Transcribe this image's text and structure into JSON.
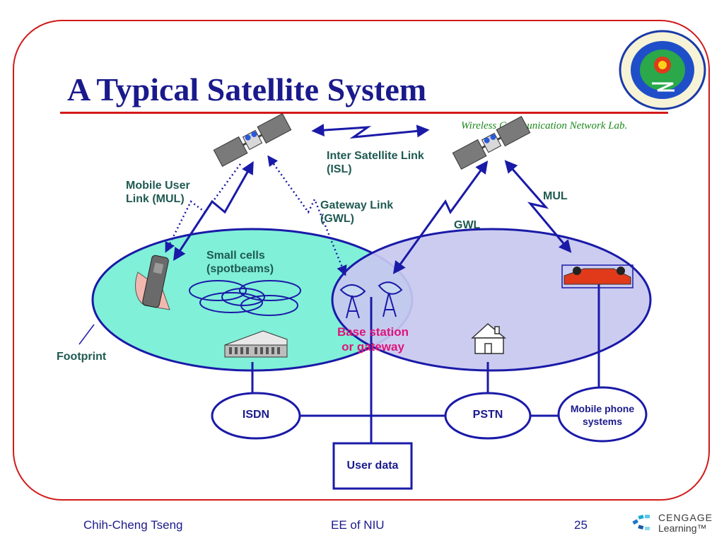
{
  "title": "A Typical Satellite System",
  "lab_name": "Wireless Communication Network Lab.",
  "labels": {
    "isl": "Inter Satellite Link",
    "isl_abbr": "(ISL)",
    "mul_left_1": "Mobile User",
    "mul_left_2": "Link (MUL)",
    "gwl_left_1": "Gateway Link",
    "gwl_left_2": "(GWL)",
    "mul_right": "MUL",
    "gwl_right": "GWL",
    "small_cells_1": "Small cells",
    "small_cells_2": "(spotbeams)",
    "base_station_1": "Base station",
    "base_station_2": "or gateway",
    "footprint": "Footprint"
  },
  "networks": {
    "isdn": "ISDN",
    "pstn": "PSTN",
    "mobile_1": "Mobile phone",
    "mobile_2": "systems",
    "user_data": "User data"
  },
  "footer": {
    "author": "Chih-Cheng Tseng",
    "dept": "EE of NIU",
    "page": "25"
  },
  "brand": {
    "line1": "CENGAGE",
    "line2": "Learning™"
  },
  "colors": {
    "title": "#1a1a8c",
    "frame": "#d11a1a",
    "left_footprint": "#80f0d8",
    "right_footprint": "#c8c8f0",
    "line": "#1a1aa8",
    "label": "#1f5a52",
    "highlight": "#e0147a",
    "lab": "#1d8a1d"
  }
}
